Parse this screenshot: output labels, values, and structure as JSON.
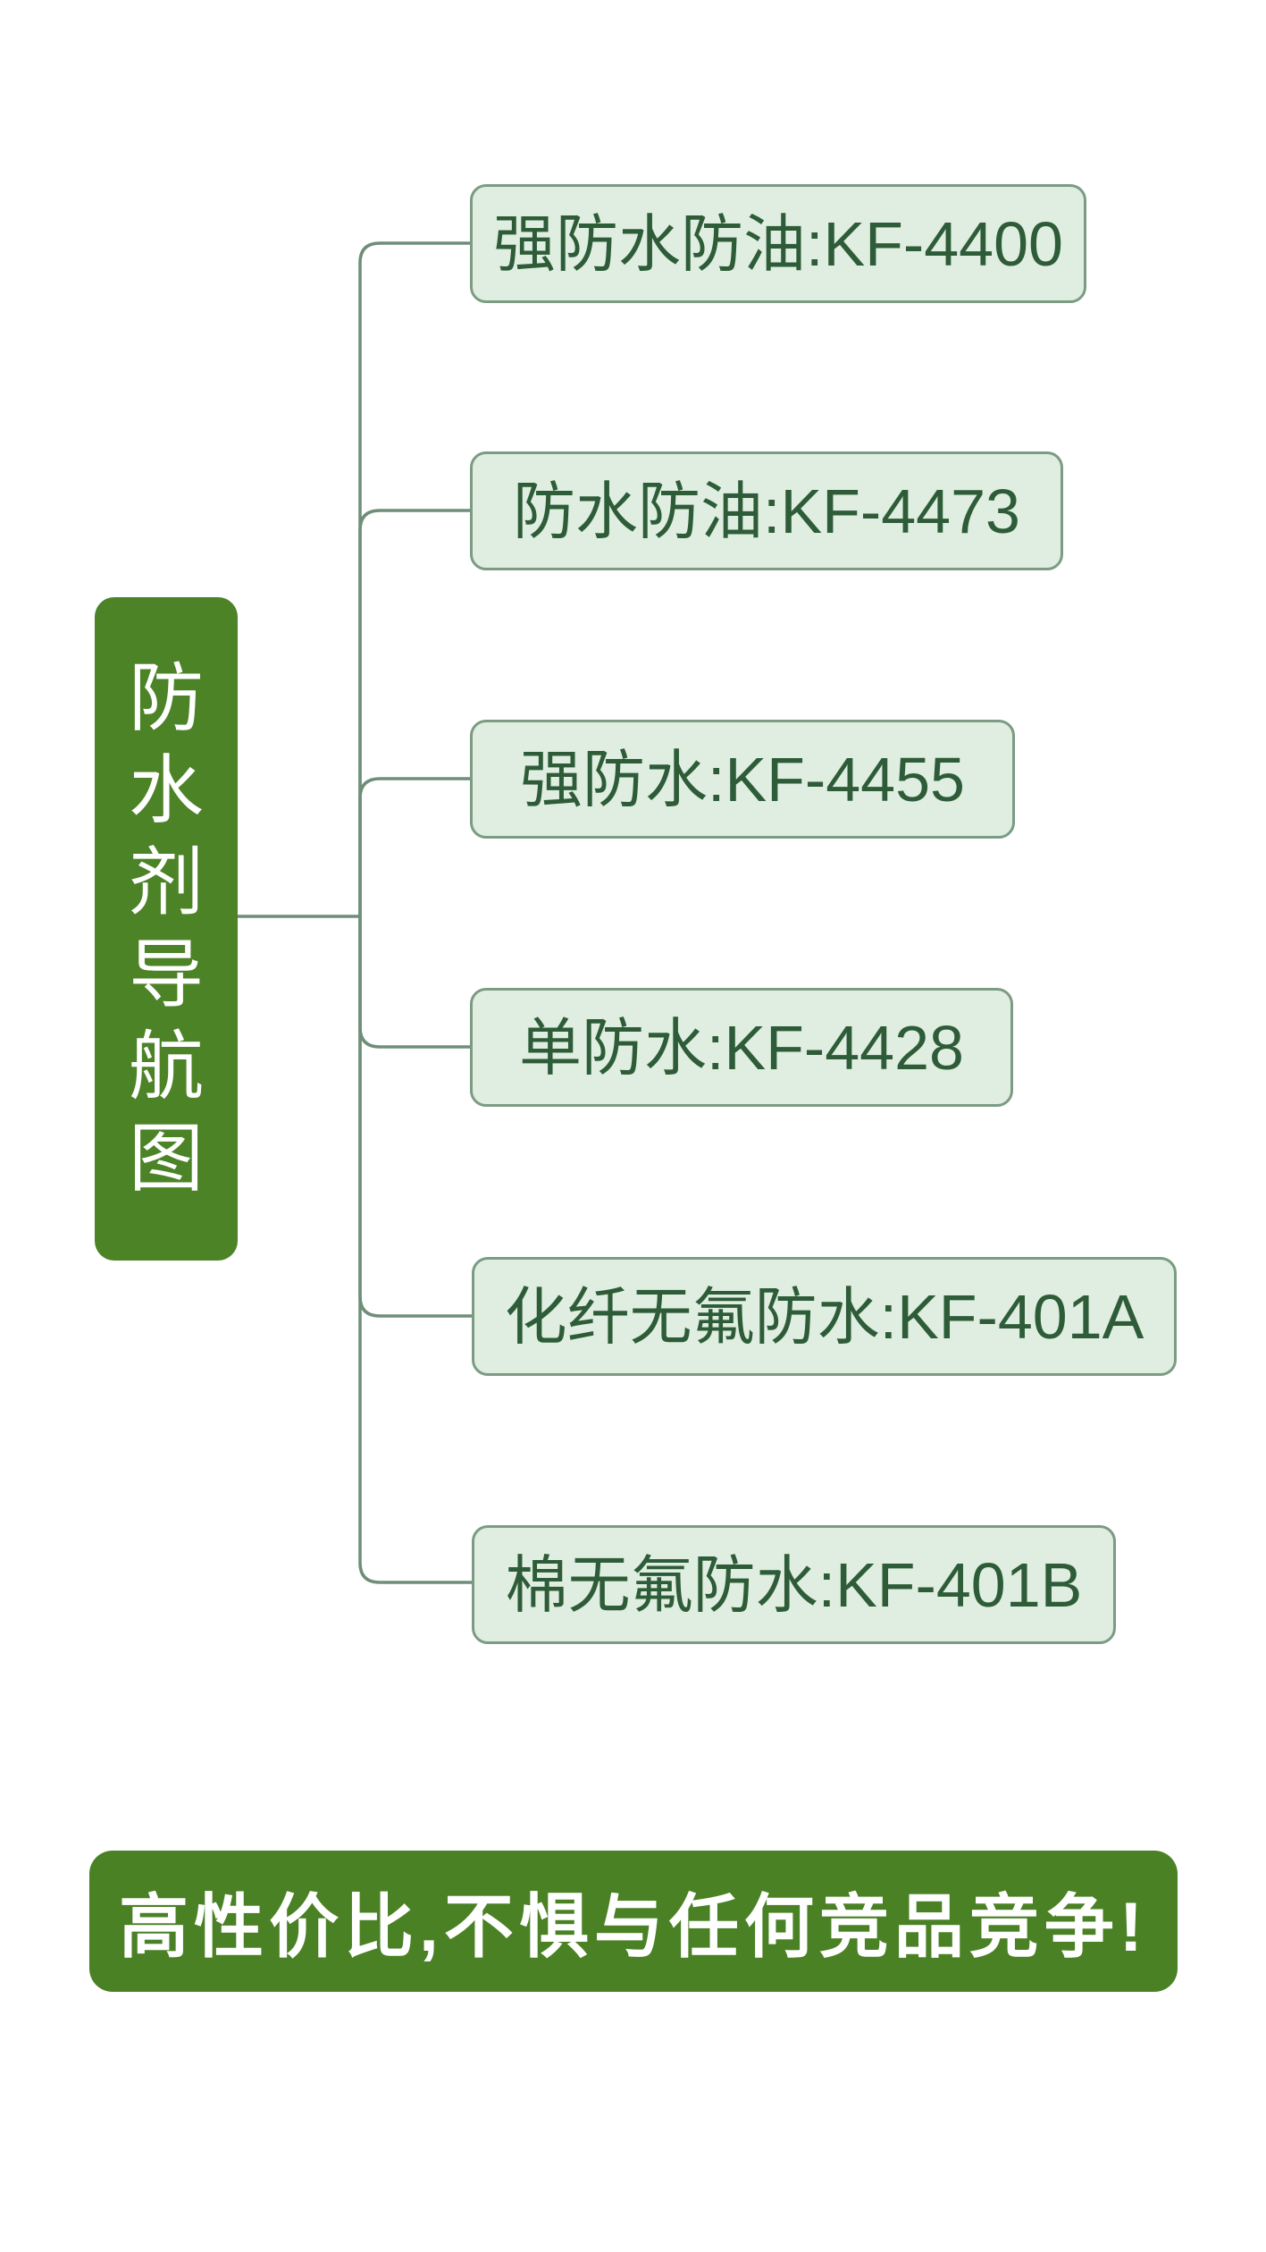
{
  "colors": {
    "background": "#ffffff",
    "root_node_fill": "#4b8326",
    "root_node_text": "#ffffff",
    "branch_fill": "#dfeee1",
    "branch_border": "#7b9b83",
    "branch_text": "#2e5c38",
    "connector": "#6f8e78",
    "banner_fill": "#4a8124",
    "banner_text": "#ffffff"
  },
  "root_node": {
    "label": "防水剂导航图",
    "chars": [
      "防",
      "水",
      "剂",
      "导",
      "航",
      "图"
    ]
  },
  "branches": [
    {
      "label": "强防水防油:KF-4400"
    },
    {
      "label": "防水防油:KF-4473"
    },
    {
      "label": "强防水:KF-4455"
    },
    {
      "label": "单防水:KF-4428"
    },
    {
      "label": "化纤无氟防水:KF-401A"
    },
    {
      "label": "棉无氟防水:KF-401B"
    }
  ],
  "banner": {
    "label": "高性价比,不惧与任何竞品竞争!"
  }
}
